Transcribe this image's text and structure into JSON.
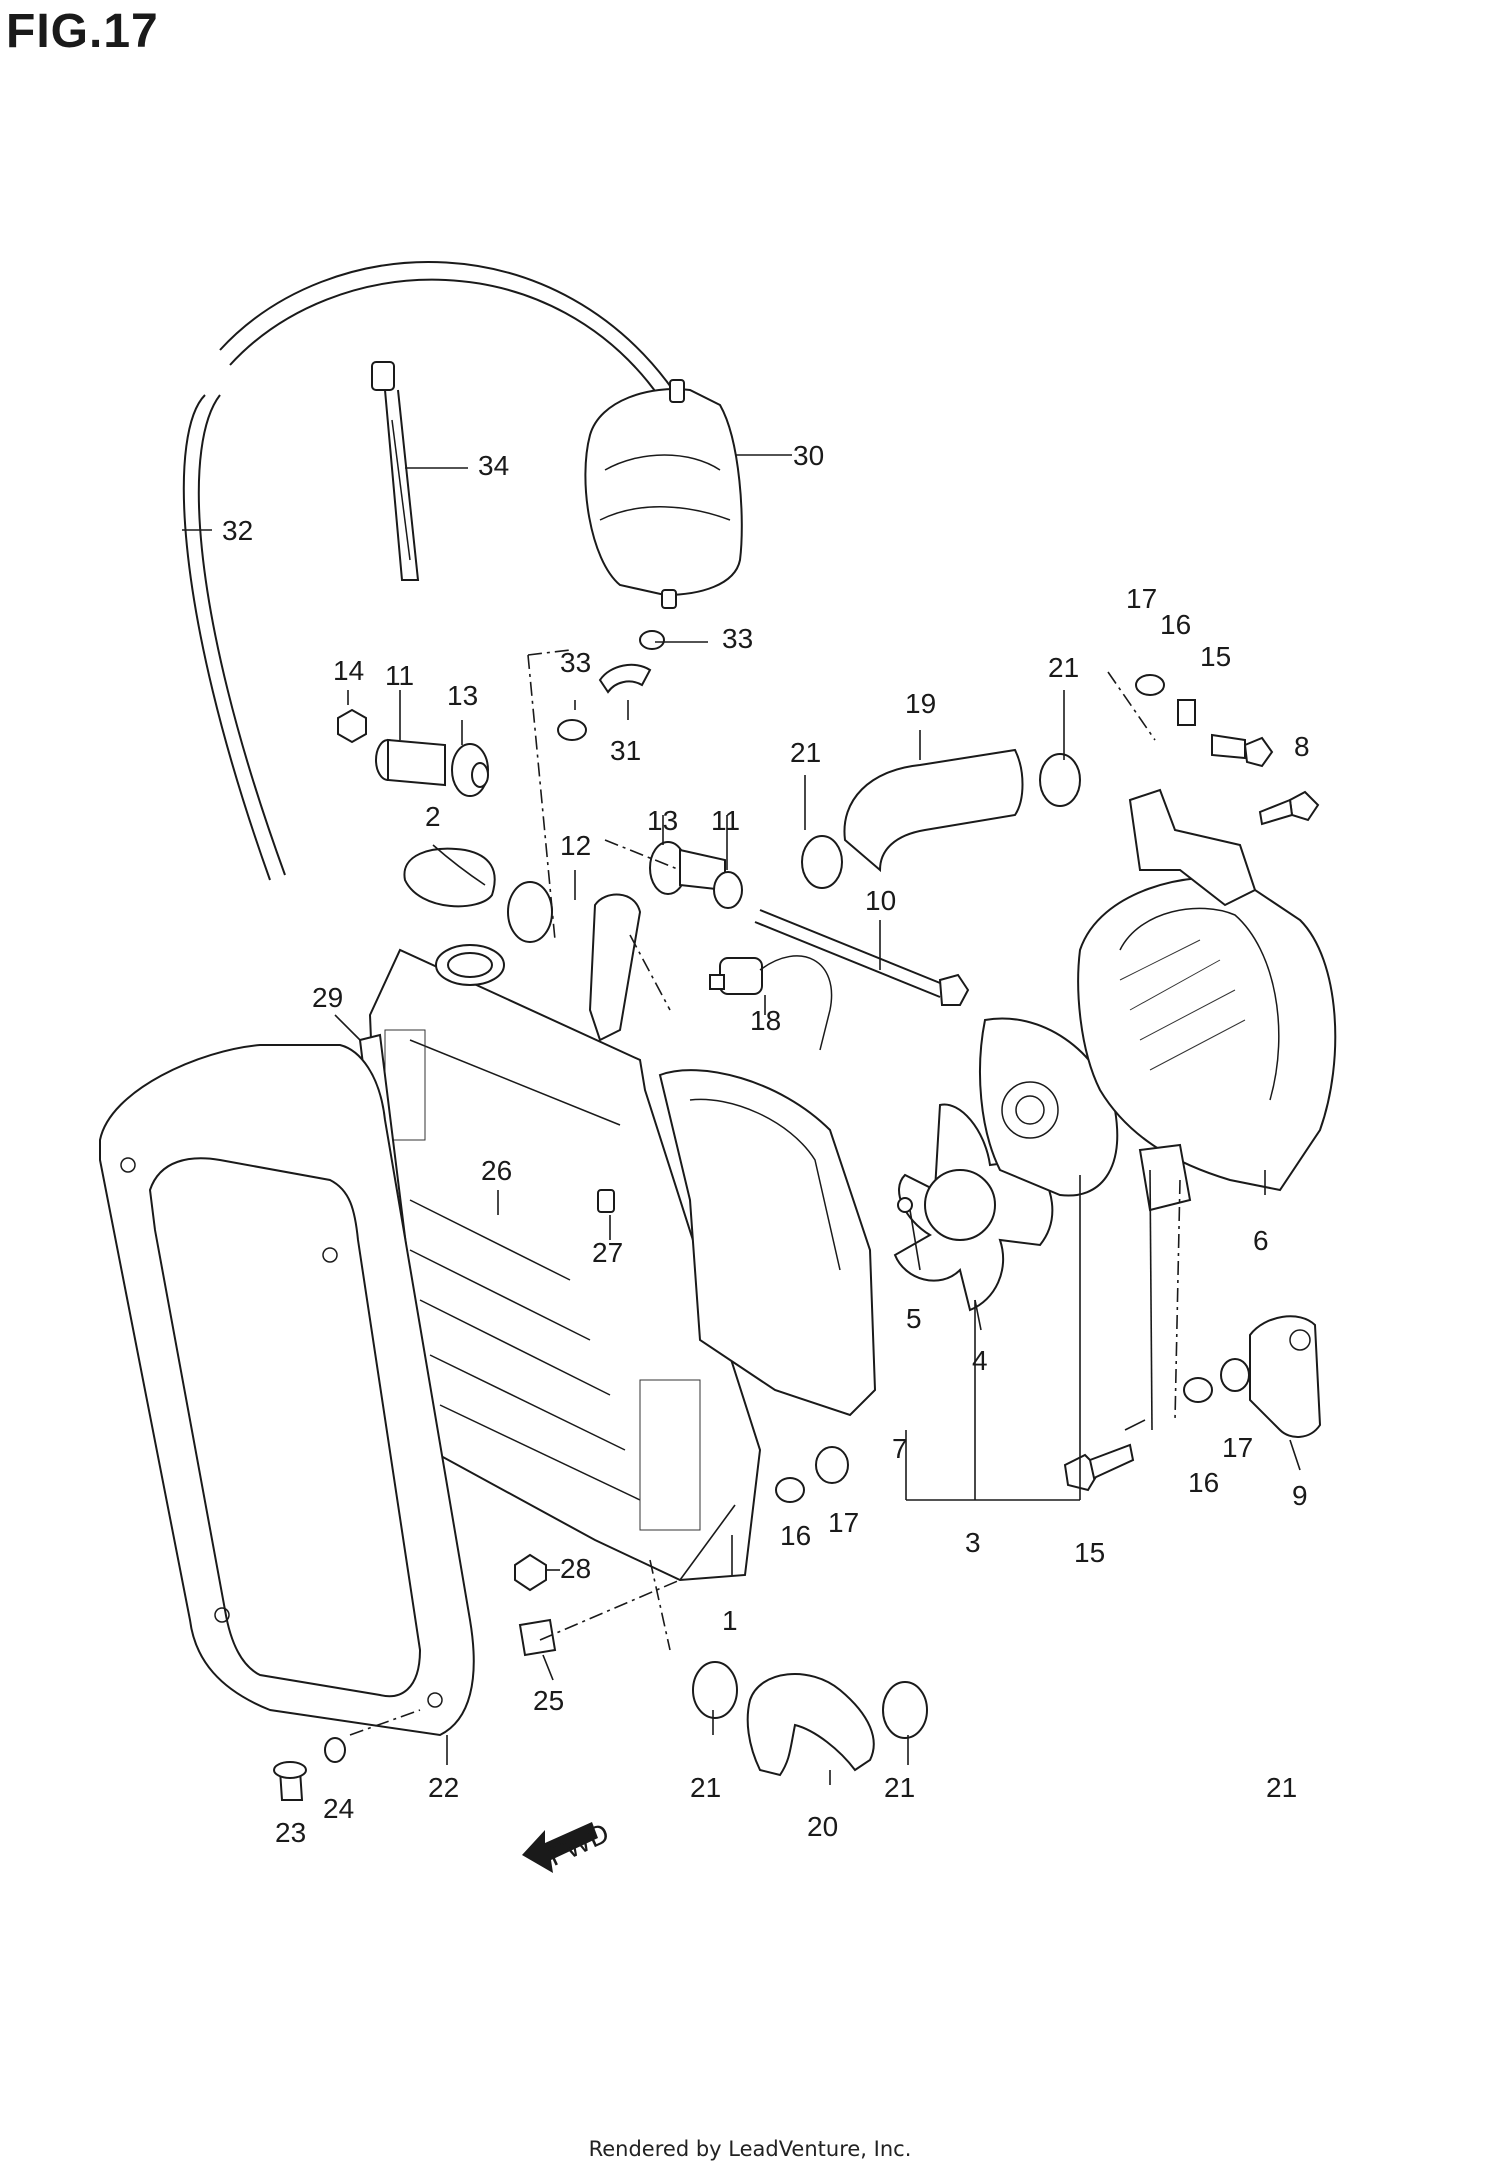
{
  "figure": {
    "title": "FIG.17",
    "footer": "Rendered by LeadVenture, Inc.",
    "fwd_arrow_label": "FWD"
  },
  "callouts": [
    "1",
    "2",
    "3",
    "4",
    "5",
    "6",
    "7",
    "8",
    "9",
    "10",
    "11",
    "11",
    "12",
    "13",
    "13",
    "14",
    "15",
    "15",
    "16",
    "16",
    "16",
    "17",
    "17",
    "17",
    "18",
    "19",
    "20",
    "21",
    "21",
    "21",
    "21",
    "21",
    "22",
    "23",
    "24",
    "25",
    "26",
    "27",
    "28",
    "29",
    "30",
    "31",
    "32",
    "33",
    "33",
    "34"
  ]
}
